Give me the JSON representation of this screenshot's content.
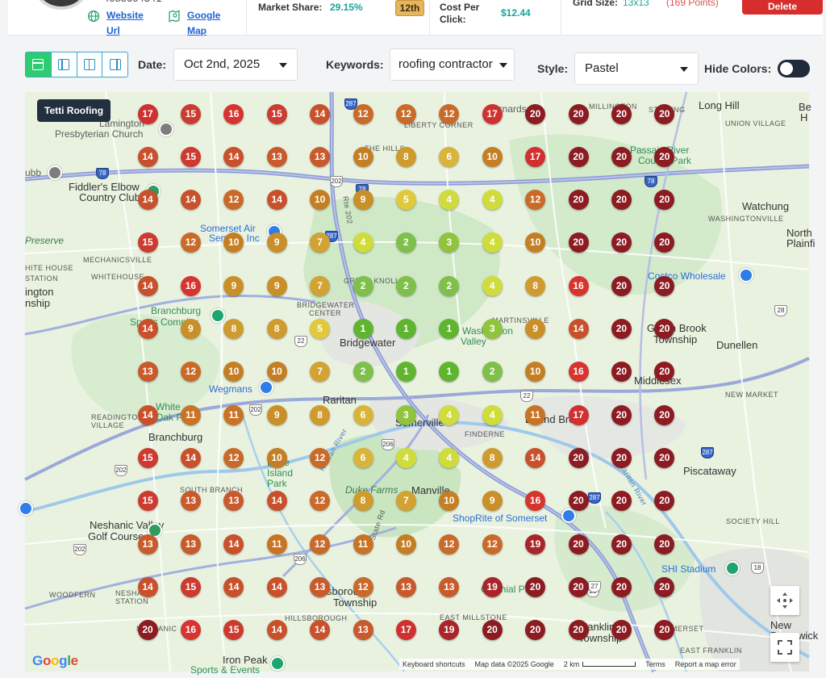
{
  "header": {
    "phone_partial": "4085604341",
    "website_label": "Website Url",
    "map_label": "Google Map",
    "market_share_label": "Market Share:",
    "market_share_value": "29.15%",
    "rank_badge": "12th",
    "cpc_label": "Cost Per Click:",
    "cpc_value": "$12.44",
    "grid_size_label": "Grid Size:",
    "grid_size_value": "13x13",
    "grid_points": "(169 Points)",
    "delete_label": "Delete"
  },
  "toolbar": {
    "date_label": "Date:",
    "date_value": "Oct 2nd, 2025",
    "keywords_label": "Keywords:",
    "keywords_value": "roofing contractor",
    "style_label": "Style:",
    "style_value": "Pastel",
    "hide_colors_label": "Hide Colors:",
    "hide_colors_on": true
  },
  "map": {
    "business_name": "Tetti Roofing",
    "google_logo": "Google",
    "attribution": {
      "shortcuts": "Keyboard shortcuts",
      "data": "Map data ©2025 Google",
      "scale": "2 km",
      "terms": "Terms",
      "report": "Report a map error"
    },
    "places": {
      "lamington": "Lamington",
      "presbyterian": "Presbyterian Church",
      "bernards": "Bernards",
      "liberty_corner": "LIBERTY CORNER",
      "millington": "MILLINGTON",
      "stirling": "STIRLING",
      "long_hill": "Long Hill",
      "union_village": "UNION VILLAGE",
      "be": "Be",
      "h": "H",
      "the_hills": "THE HILLS",
      "passaic": "Passaic River",
      "county_park": "County Park",
      "ubb": "ubb",
      "fiddlers": "Fiddler's Elbow",
      "country_club": "Country Club",
      "somerset_air": "Somerset Air",
      "service_inc": "Service, Inc",
      "watchung": "Watchung",
      "washingtonville": "WASHINGTONVILLE",
      "preserve": "Preserve",
      "north": "North",
      "plainf": "Plainfi",
      "mechanicsville": "MECHANICSVILLE",
      "white_house_station": "HITE HOUSE STATION",
      "whitehouse": "WHITEHOUSE",
      "green_knoll": "GREEN KNOLL",
      "costco": "Costco Wholesale",
      "ington": "ington",
      "nship": "nship",
      "branchburg_sports": "Branchburg",
      "sports_complex": "Sports Complex",
      "bridgewater_center": "BRIDGEWATER",
      "center": "CENTER",
      "martinsville": "MARTINSVILLE",
      "bridgewater": "Bridgewater",
      "washington": "Washington",
      "valley": "Valley",
      "green_brook": "Green Brook",
      "township": "Township",
      "dunellen": "Dunellen",
      "wegmans": "Wegmans",
      "raritan": "Raritan",
      "new_market": "NEW MARKET",
      "middlesex": "Middlesex",
      "readington_village": "READINGTON VILLAGE",
      "white_oak_park": "White Oak Park",
      "branchburg": "Branchburg",
      "somerville": "Somerville",
      "bound_brook": "Bound Brook",
      "finderne": "FINDERNE",
      "duke_island": "Duke Island Park",
      "piscataway": "Piscataway",
      "south_branch": "SOUTH BRANCH",
      "duke_farms": "Duke Farms",
      "manville": "Manville",
      "shoprite": "ShopRite of Somerset",
      "neshanic_valley": "Neshanic Valley",
      "golf_course": "Golf Course",
      "society_hill": "SOCIETY HILL",
      "shi_stadium": "SHI Stadium",
      "woodfern": "WOODFERN",
      "neshanic_station": "NESHANIC STATION",
      "hillsborough": "Hillsborough",
      "colonial_park": "Colonial Park",
      "hillsborough_sm": "HILLSBOROUGH",
      "east_millstone": "EAST MILLSTONE",
      "franklin": "Franklin",
      "somerset": "SOMERSET",
      "new_brunswick": "New Brunswick",
      "neshanic": "NESHANIC",
      "iron_peak": "Iron Peak",
      "sports_events": "Sports & Events",
      "east_franklin": "EAST FRANKLIN",
      "state_rd": "State Rd",
      "rte_202": "Rte 202",
      "raritan_river": "Raritan River"
    },
    "highway_shields": [
      "287",
      "78",
      "78",
      "78",
      "202",
      "287",
      "28",
      "22",
      "202",
      "22",
      "206",
      "202",
      "287",
      "28",
      "206",
      "202",
      "287",
      "18",
      "27"
    ],
    "rank_grid": [
      [
        17,
        15,
        16,
        15,
        14,
        12,
        12,
        12,
        17,
        20,
        20,
        20,
        20
      ],
      [
        14,
        15,
        14,
        13,
        13,
        10,
        8,
        6,
        10,
        17,
        20,
        20,
        20
      ],
      [
        14,
        14,
        12,
        14,
        10,
        9,
        5,
        4,
        4,
        12,
        20,
        20,
        20
      ],
      [
        15,
        12,
        10,
        9,
        7,
        4,
        2,
        3,
        4,
        10,
        20,
        20,
        20
      ],
      [
        14,
        16,
        9,
        9,
        7,
        2,
        2,
        2,
        4,
        8,
        16,
        20,
        20
      ],
      [
        14,
        9,
        8,
        8,
        5,
        1,
        1,
        1,
        3,
        9,
        14,
        20,
        20
      ],
      [
        13,
        12,
        10,
        10,
        7,
        2,
        1,
        1,
        2,
        10,
        16,
        20,
        20
      ],
      [
        14,
        11,
        11,
        9,
        8,
        6,
        3,
        4,
        4,
        11,
        17,
        20,
        20
      ],
      [
        15,
        14,
        12,
        10,
        12,
        6,
        4,
        4,
        8,
        14,
        20,
        20,
        20
      ],
      [
        15,
        13,
        13,
        14,
        12,
        8,
        7,
        10,
        9,
        16,
        20,
        20,
        20
      ],
      [
        13,
        13,
        14,
        11,
        12,
        11,
        10,
        12,
        12,
        19,
        20,
        20,
        20
      ],
      [
        14,
        15,
        14,
        14,
        13,
        12,
        13,
        13,
        19,
        20,
        20,
        20,
        20
      ],
      [
        20,
        16,
        15,
        14,
        14,
        13,
        17,
        19,
        20,
        20,
        20,
        20,
        20
      ]
    ],
    "rank_colors": {
      "1": "#5fb530",
      "2": "#7ec04a",
      "3": "#8fc43c",
      "4": "#cfdc3c",
      "5": "#e0c93a",
      "6": "#d9b43a",
      "7": "#d2a233",
      "8": "#cf9a2e",
      "9": "#c98f28",
      "10": "#c47f24",
      "11": "#c97325",
      "12": "#c96a29",
      "13": "#c85a2c",
      "14": "#c8512b",
      "15": "#cc3a30",
      "16": "#d7342f",
      "17": "#d03030",
      "19": "#a8262b",
      "20": "#8c1b22"
    }
  }
}
